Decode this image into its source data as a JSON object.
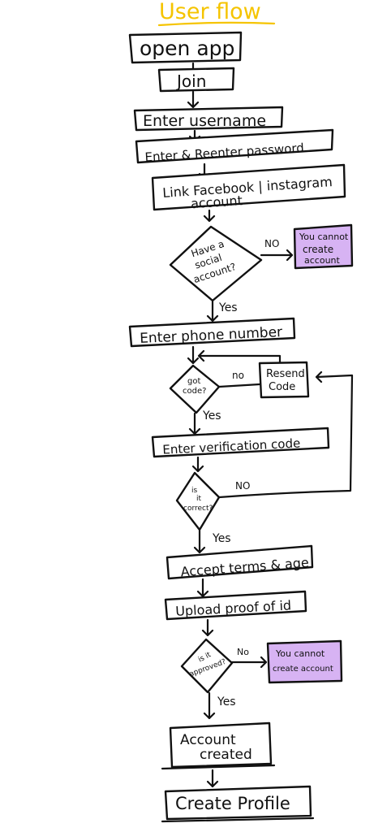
{
  "title": "User flow",
  "colors": {
    "title": "#F5C400",
    "highlight": "#D7B3F3",
    "ink": "#111111"
  },
  "steps": {
    "open_app": "open app",
    "join": "Join",
    "enter_username": "Enter username",
    "enter_password": "Enter & Reenter password",
    "link_social_line1": "Link Facebook | instagram",
    "link_social_line2": "account",
    "enter_phone": "Enter phone number",
    "resend_line1": "Resend",
    "resend_line2": "Code",
    "enter_code": "Enter verification code",
    "accept_terms": "Accept terms & age",
    "upload_id": "Upload proof of id",
    "account_created_line1": "Account",
    "account_created_line2": "created",
    "create_profile": "Create Profile"
  },
  "decisions": {
    "social_line1": "Have a",
    "social_line2": "social",
    "social_line3": "account?",
    "code_line1": "got",
    "code_line2": "code?",
    "correct_line1": "is",
    "correct_line2": "it",
    "correct_line3": "correct?",
    "approved_line1": "is it",
    "approved_line2": "approved?"
  },
  "ends": {
    "cannot_1_line1": "You cannot",
    "cannot_1_line2": "create",
    "cannot_1_line3": "account",
    "cannot_2_line1": "You cannot",
    "cannot_2_line2": "create account"
  },
  "labels": {
    "no": "NO",
    "no_title": "No",
    "no_title_lower": "no",
    "yes": "Yes"
  }
}
